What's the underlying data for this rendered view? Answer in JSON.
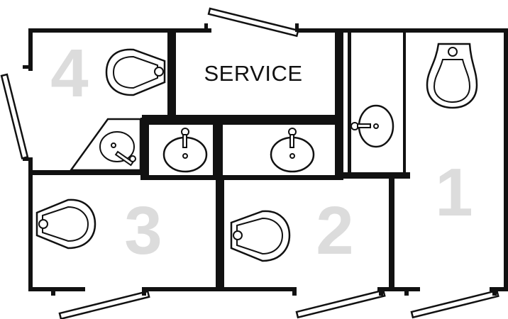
{
  "labels": {
    "service": "SERVICE",
    "stall_1": "1",
    "stall_2": "2",
    "stall_3": "3",
    "stall_4": "4"
  },
  "colors": {
    "wall": "#111111",
    "number": "#dcdcdc",
    "background": "#ffffff"
  }
}
